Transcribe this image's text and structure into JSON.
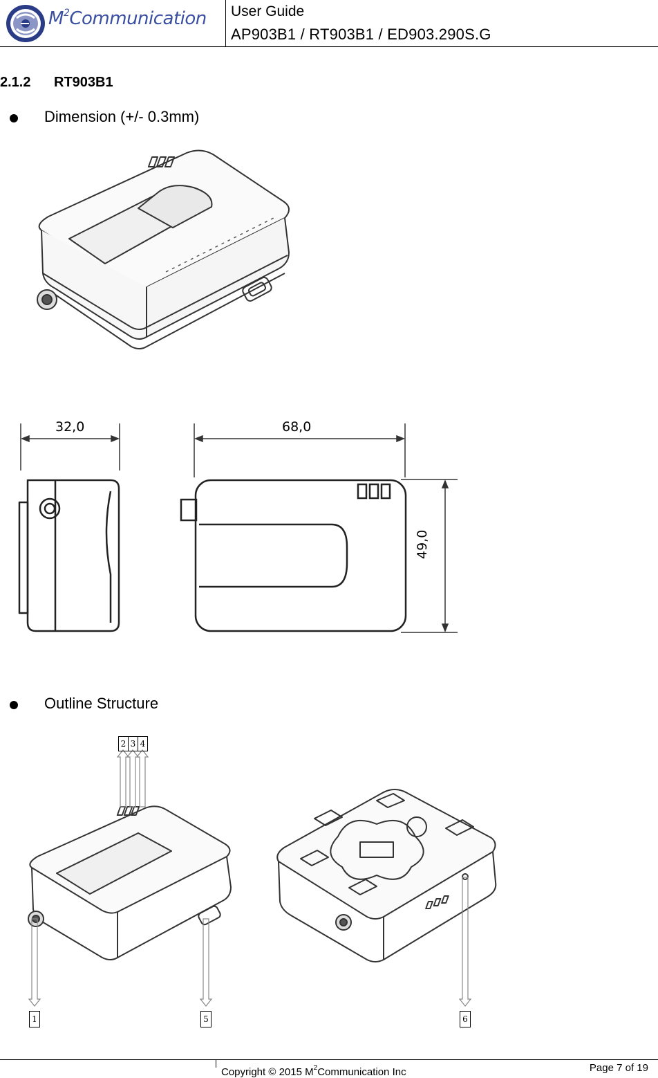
{
  "header": {
    "logo_text": "M",
    "logo_sup": "2",
    "logo_rest": "Communication",
    "doc_type": "User Guide",
    "doc_models": "AP903B1 / RT903B1 / ED903.290S.G"
  },
  "section": {
    "number": "2.1.2",
    "title": "RT903B1"
  },
  "bullets": [
    {
      "text": "Dimension (+/- 0.3mm)"
    },
    {
      "text": "Outline Structure"
    }
  ],
  "dimensions": {
    "depth": "32,0",
    "width": "68,0",
    "height": "49,0"
  },
  "callouts": [
    "1",
    "2",
    "3",
    "4",
    "5",
    "6"
  ],
  "footer": {
    "copyright_pre": "Copyright © 2015 M",
    "copyright_sup": "2",
    "copyright_post": "Communication Inc",
    "page": "Page 7 of 19"
  },
  "colors": {
    "logo_blue": "#3a4fa0",
    "line_drawing": "#333333"
  }
}
